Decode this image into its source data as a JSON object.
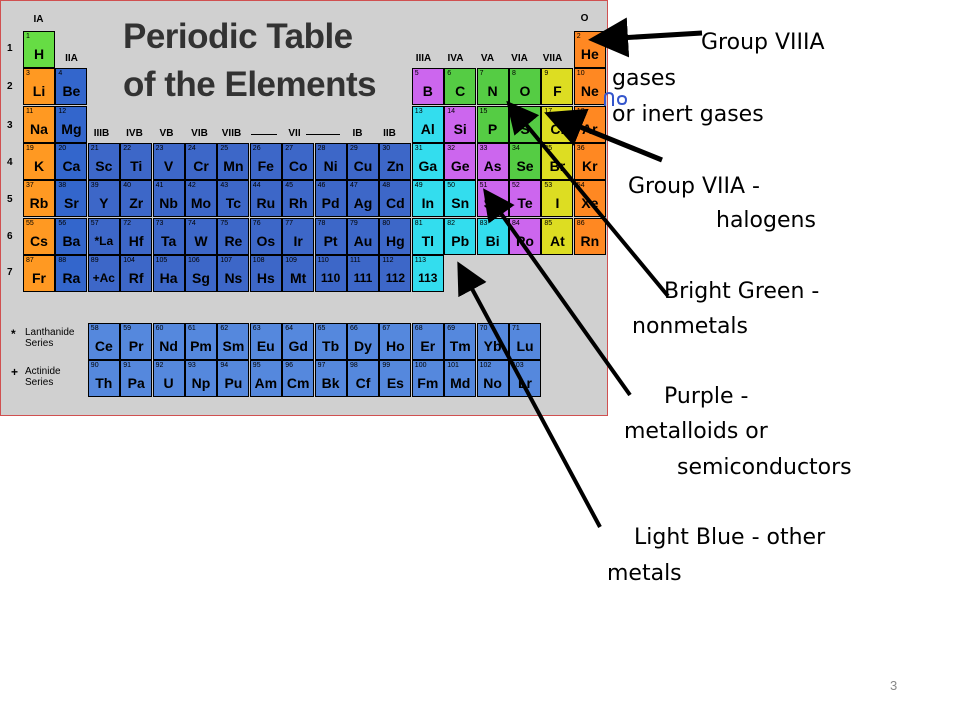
{
  "title": {
    "line1": "Periodic Table",
    "line2": "of the Elements"
  },
  "group_labels": {
    "IA": "IA",
    "IIA": "IIA",
    "IIIB": "IIIB",
    "IVB": "IVB",
    "VB": "VB",
    "VIB": "VIB",
    "VIIB": "VIIB",
    "VII": "VII",
    "IB": "IB",
    "IIB": "IIB",
    "IIIA": "IIIA",
    "IVA": "IVA",
    "VA": "VA",
    "VIA": "VIA",
    "VIIA": "VIIA",
    "O": "O"
  },
  "periods": [
    "1",
    "2",
    "3",
    "4",
    "5",
    "6",
    "7"
  ],
  "series_labels": {
    "lanthanide_mark": "*",
    "lanthanide_1": "Lanthanide",
    "lanthanide_2": "Series",
    "actinide_mark": "+",
    "actinide_1": "Actinide",
    "actinide_2": "Series"
  },
  "colors": {
    "hydrogen": "#66dd44",
    "alkali": "#ff9922",
    "alkaline": "#3366cc",
    "transition": "#3d67c8",
    "other_metal": "#33ddee",
    "metalloid": "#cc66ee",
    "nonmetal": "#55cc44",
    "halogen": "#dddd22",
    "noble": "#ff8822",
    "lanthanide": "#5588dd",
    "actinide": "#5588dd"
  },
  "elements": [
    {
      "n": "1",
      "s": "H",
      "r": 1,
      "c": 1,
      "cat": "hydrogen"
    },
    {
      "n": "2",
      "s": "He",
      "r": 1,
      "c": 18,
      "cat": "noble"
    },
    {
      "n": "3",
      "s": "Li",
      "r": 2,
      "c": 1,
      "cat": "alkali"
    },
    {
      "n": "4",
      "s": "Be",
      "r": 2,
      "c": 2,
      "cat": "alkaline"
    },
    {
      "n": "5",
      "s": "B",
      "r": 2,
      "c": 13,
      "cat": "metalloid"
    },
    {
      "n": "6",
      "s": "C",
      "r": 2,
      "c": 14,
      "cat": "nonmetal"
    },
    {
      "n": "7",
      "s": "N",
      "r": 2,
      "c": 15,
      "cat": "nonmetal"
    },
    {
      "n": "8",
      "s": "O",
      "r": 2,
      "c": 16,
      "cat": "nonmetal"
    },
    {
      "n": "9",
      "s": "F",
      "r": 2,
      "c": 17,
      "cat": "halogen"
    },
    {
      "n": "10",
      "s": "Ne",
      "r": 2,
      "c": 18,
      "cat": "noble"
    },
    {
      "n": "11",
      "s": "Na",
      "r": 3,
      "c": 1,
      "cat": "alkali"
    },
    {
      "n": "12",
      "s": "Mg",
      "r": 3,
      "c": 2,
      "cat": "alkaline"
    },
    {
      "n": "13",
      "s": "Al",
      "r": 3,
      "c": 13,
      "cat": "other_metal"
    },
    {
      "n": "14",
      "s": "Si",
      "r": 3,
      "c": 14,
      "cat": "metalloid"
    },
    {
      "n": "15",
      "s": "P",
      "r": 3,
      "c": 15,
      "cat": "nonmetal"
    },
    {
      "n": "16",
      "s": "S",
      "r": 3,
      "c": 16,
      "cat": "nonmetal"
    },
    {
      "n": "17",
      "s": "Cl",
      "r": 3,
      "c": 17,
      "cat": "halogen"
    },
    {
      "n": "18",
      "s": "Ar",
      "r": 3,
      "c": 18,
      "cat": "noble"
    },
    {
      "n": "19",
      "s": "K",
      "r": 4,
      "c": 1,
      "cat": "alkali"
    },
    {
      "n": "20",
      "s": "Ca",
      "r": 4,
      "c": 2,
      "cat": "alkaline"
    },
    {
      "n": "21",
      "s": "Sc",
      "r": 4,
      "c": 3,
      "cat": "transition"
    },
    {
      "n": "22",
      "s": "Ti",
      "r": 4,
      "c": 4,
      "cat": "transition"
    },
    {
      "n": "23",
      "s": "V",
      "r": 4,
      "c": 5,
      "cat": "transition"
    },
    {
      "n": "24",
      "s": "Cr",
      "r": 4,
      "c": 6,
      "cat": "transition"
    },
    {
      "n": "25",
      "s": "Mn",
      "r": 4,
      "c": 7,
      "cat": "transition"
    },
    {
      "n": "26",
      "s": "Fe",
      "r": 4,
      "c": 8,
      "cat": "transition"
    },
    {
      "n": "27",
      "s": "Co",
      "r": 4,
      "c": 9,
      "cat": "transition"
    },
    {
      "n": "28",
      "s": "Ni",
      "r": 4,
      "c": 10,
      "cat": "transition"
    },
    {
      "n": "29",
      "s": "Cu",
      "r": 4,
      "c": 11,
      "cat": "transition"
    },
    {
      "n": "30",
      "s": "Zn",
      "r": 4,
      "c": 12,
      "cat": "transition"
    },
    {
      "n": "31",
      "s": "Ga",
      "r": 4,
      "c": 13,
      "cat": "other_metal"
    },
    {
      "n": "32",
      "s": "Ge",
      "r": 4,
      "c": 14,
      "cat": "metalloid"
    },
    {
      "n": "33",
      "s": "As",
      "r": 4,
      "c": 15,
      "cat": "metalloid"
    },
    {
      "n": "34",
      "s": "Se",
      "r": 4,
      "c": 16,
      "cat": "nonmetal"
    },
    {
      "n": "35",
      "s": "Br",
      "r": 4,
      "c": 17,
      "cat": "halogen"
    },
    {
      "n": "36",
      "s": "Kr",
      "r": 4,
      "c": 18,
      "cat": "noble"
    },
    {
      "n": "37",
      "s": "Rb",
      "r": 5,
      "c": 1,
      "cat": "alkali"
    },
    {
      "n": "38",
      "s": "Sr",
      "r": 5,
      "c": 2,
      "cat": "alkaline"
    },
    {
      "n": "39",
      "s": "Y",
      "r": 5,
      "c": 3,
      "cat": "transition"
    },
    {
      "n": "40",
      "s": "Zr",
      "r": 5,
      "c": 4,
      "cat": "transition"
    },
    {
      "n": "41",
      "s": "Nb",
      "r": 5,
      "c": 5,
      "cat": "transition"
    },
    {
      "n": "42",
      "s": "Mo",
      "r": 5,
      "c": 6,
      "cat": "transition"
    },
    {
      "n": "43",
      "s": "Tc",
      "r": 5,
      "c": 7,
      "cat": "transition"
    },
    {
      "n": "44",
      "s": "Ru",
      "r": 5,
      "c": 8,
      "cat": "transition"
    },
    {
      "n": "45",
      "s": "Rh",
      "r": 5,
      "c": 9,
      "cat": "transition"
    },
    {
      "n": "46",
      "s": "Pd",
      "r": 5,
      "c": 10,
      "cat": "transition"
    },
    {
      "n": "47",
      "s": "Ag",
      "r": 5,
      "c": 11,
      "cat": "transition"
    },
    {
      "n": "48",
      "s": "Cd",
      "r": 5,
      "c": 12,
      "cat": "transition"
    },
    {
      "n": "49",
      "s": "In",
      "r": 5,
      "c": 13,
      "cat": "other_metal"
    },
    {
      "n": "50",
      "s": "Sn",
      "r": 5,
      "c": 14,
      "cat": "other_metal"
    },
    {
      "n": "51",
      "s": "Sb",
      "r": 5,
      "c": 15,
      "cat": "metalloid"
    },
    {
      "n": "52",
      "s": "Te",
      "r": 5,
      "c": 16,
      "cat": "metalloid"
    },
    {
      "n": "53",
      "s": "I",
      "r": 5,
      "c": 17,
      "cat": "halogen"
    },
    {
      "n": "54",
      "s": "Xe",
      "r": 5,
      "c": 18,
      "cat": "noble"
    },
    {
      "n": "55",
      "s": "Cs",
      "r": 6,
      "c": 1,
      "cat": "alkali"
    },
    {
      "n": "56",
      "s": "Ba",
      "r": 6,
      "c": 2,
      "cat": "alkaline"
    },
    {
      "n": "57",
      "s": "*La",
      "r": 6,
      "c": 3,
      "cat": "transition"
    },
    {
      "n": "72",
      "s": "Hf",
      "r": 6,
      "c": 4,
      "cat": "transition"
    },
    {
      "n": "73",
      "s": "Ta",
      "r": 6,
      "c": 5,
      "cat": "transition"
    },
    {
      "n": "74",
      "s": "W",
      "r": 6,
      "c": 6,
      "cat": "transition"
    },
    {
      "n": "75",
      "s": "Re",
      "r": 6,
      "c": 7,
      "cat": "transition"
    },
    {
      "n": "76",
      "s": "Os",
      "r": 6,
      "c": 8,
      "cat": "transition"
    },
    {
      "n": "77",
      "s": "Ir",
      "r": 6,
      "c": 9,
      "cat": "transition"
    },
    {
      "n": "78",
      "s": "Pt",
      "r": 6,
      "c": 10,
      "cat": "transition"
    },
    {
      "n": "79",
      "s": "Au",
      "r": 6,
      "c": 11,
      "cat": "transition"
    },
    {
      "n": "80",
      "s": "Hg",
      "r": 6,
      "c": 12,
      "cat": "transition"
    },
    {
      "n": "81",
      "s": "Tl",
      "r": 6,
      "c": 13,
      "cat": "other_metal"
    },
    {
      "n": "82",
      "s": "Pb",
      "r": 6,
      "c": 14,
      "cat": "other_metal"
    },
    {
      "n": "83",
      "s": "Bi",
      "r": 6,
      "c": 15,
      "cat": "other_metal"
    },
    {
      "n": "84",
      "s": "Po",
      "r": 6,
      "c": 16,
      "cat": "metalloid"
    },
    {
      "n": "85",
      "s": "At",
      "r": 6,
      "c": 17,
      "cat": "halogen"
    },
    {
      "n": "86",
      "s": "Rn",
      "r": 6,
      "c": 18,
      "cat": "noble"
    },
    {
      "n": "87",
      "s": "Fr",
      "r": 7,
      "c": 1,
      "cat": "alkali"
    },
    {
      "n": "88",
      "s": "Ra",
      "r": 7,
      "c": 2,
      "cat": "alkaline"
    },
    {
      "n": "89",
      "s": "+Ac",
      "r": 7,
      "c": 3,
      "cat": "transition"
    },
    {
      "n": "104",
      "s": "Rf",
      "r": 7,
      "c": 4,
      "cat": "transition"
    },
    {
      "n": "105",
      "s": "Ha",
      "r": 7,
      "c": 5,
      "cat": "transition"
    },
    {
      "n": "106",
      "s": "Sg",
      "r": 7,
      "c": 6,
      "cat": "transition"
    },
    {
      "n": "107",
      "s": "Ns",
      "r": 7,
      "c": 7,
      "cat": "transition"
    },
    {
      "n": "108",
      "s": "Hs",
      "r": 7,
      "c": 8,
      "cat": "transition"
    },
    {
      "n": "109",
      "s": "Mt",
      "r": 7,
      "c": 9,
      "cat": "transition"
    },
    {
      "n": "110",
      "s": "110",
      "r": 7,
      "c": 10,
      "cat": "transition"
    },
    {
      "n": "111",
      "s": "111",
      "r": 7,
      "c": 11,
      "cat": "transition"
    },
    {
      "n": "112",
      "s": "112",
      "r": 7,
      "c": 12,
      "cat": "transition"
    },
    {
      "n": "113",
      "s": "113",
      "r": 7,
      "c": 13,
      "cat": "other_metal"
    },
    {
      "n": "58",
      "s": "Ce",
      "r": 8,
      "c": 3,
      "cat": "lanthanide"
    },
    {
      "n": "59",
      "s": "Pr",
      "r": 8,
      "c": 4,
      "cat": "lanthanide"
    },
    {
      "n": "60",
      "s": "Nd",
      "r": 8,
      "c": 5,
      "cat": "lanthanide"
    },
    {
      "n": "61",
      "s": "Pm",
      "r": 8,
      "c": 6,
      "cat": "lanthanide"
    },
    {
      "n": "62",
      "s": "Sm",
      "r": 8,
      "c": 7,
      "cat": "lanthanide"
    },
    {
      "n": "63",
      "s": "Eu",
      "r": 8,
      "c": 8,
      "cat": "lanthanide"
    },
    {
      "n": "64",
      "s": "Gd",
      "r": 8,
      "c": 9,
      "cat": "lanthanide"
    },
    {
      "n": "65",
      "s": "Tb",
      "r": 8,
      "c": 10,
      "cat": "lanthanide"
    },
    {
      "n": "66",
      "s": "Dy",
      "r": 8,
      "c": 11,
      "cat": "lanthanide"
    },
    {
      "n": "67",
      "s": "Ho",
      "r": 8,
      "c": 12,
      "cat": "lanthanide"
    },
    {
      "n": "68",
      "s": "Er",
      "r": 8,
      "c": 13,
      "cat": "lanthanide"
    },
    {
      "n": "69",
      "s": "Tm",
      "r": 8,
      "c": 14,
      "cat": "lanthanide"
    },
    {
      "n": "70",
      "s": "Yb",
      "r": 8,
      "c": 15,
      "cat": "lanthanide"
    },
    {
      "n": "71",
      "s": "Lu",
      "r": 8,
      "c": 16,
      "cat": "lanthanide"
    },
    {
      "n": "90",
      "s": "Th",
      "r": 9,
      "c": 3,
      "cat": "actinide"
    },
    {
      "n": "91",
      "s": "Pa",
      "r": 9,
      "c": 4,
      "cat": "actinide"
    },
    {
      "n": "92",
      "s": "U",
      "r": 9,
      "c": 5,
      "cat": "actinide"
    },
    {
      "n": "93",
      "s": "Np",
      "r": 9,
      "c": 6,
      "cat": "actinide"
    },
    {
      "n": "94",
      "s": "Pu",
      "r": 9,
      "c": 7,
      "cat": "actinide"
    },
    {
      "n": "95",
      "s": "Am",
      "r": 9,
      "c": 8,
      "cat": "actinide"
    },
    {
      "n": "96",
      "s": "Cm",
      "r": 9,
      "c": 9,
      "cat": "actinide"
    },
    {
      "n": "97",
      "s": "Bk",
      "r": 9,
      "c": 10,
      "cat": "actinide"
    },
    {
      "n": "98",
      "s": "Cf",
      "r": 9,
      "c": 11,
      "cat": "actinide"
    },
    {
      "n": "99",
      "s": "Es",
      "r": 9,
      "c": 12,
      "cat": "actinide"
    },
    {
      "n": "100",
      "s": "Fm",
      "r": 9,
      "c": 13,
      "cat": "actinide"
    },
    {
      "n": "101",
      "s": "Md",
      "r": 9,
      "c": 14,
      "cat": "actinide"
    },
    {
      "n": "102",
      "s": "No",
      "r": 9,
      "c": 15,
      "cat": "actinide"
    },
    {
      "n": "103",
      "s": "Lr",
      "r": 9,
      "c": 16,
      "cat": "actinide"
    }
  ],
  "annotations": {
    "noble_1": "Group VIIIA",
    "noble_2": "gases",
    "noble_3": "or inert gases",
    "halogen_1": "Group VIIA -",
    "halogen_2": "halogens",
    "nonmetal_1": "Bright Green -",
    "nonmetal_2": "nonmetals",
    "metalloid_1": "Purple -",
    "metalloid_2": "metalloids or",
    "metalloid_3": "semiconductors",
    "othermetal_1": "Light Blue - other",
    "othermetal_2": "metals"
  },
  "slide_number": "3"
}
